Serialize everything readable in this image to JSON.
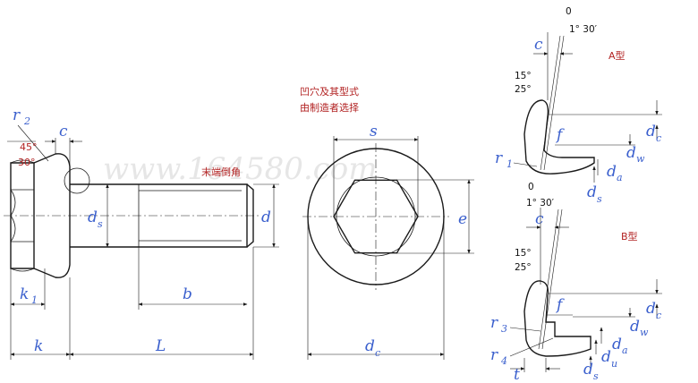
{
  "watermark": "www.164580.com",
  "notes": {
    "shape_line1": "凹穴及其型式",
    "shape_line2": "由制造者选择",
    "chamfer": "末端倒角"
  },
  "types": {
    "a": "A型",
    "b": "B型"
  },
  "angles": {
    "a15": "15°",
    "a25": "25°",
    "a45": "45°",
    "a30": "30°",
    "zero": "0",
    "tol": "1° 30′"
  },
  "labels": {
    "r": "r",
    "r2sub": "2",
    "c": "c",
    "k": "k",
    "k1sub": "1",
    "d": "d",
    "s_sub": "s",
    "b": "b",
    "L": "L",
    "s": "s",
    "e": "e",
    "c_sub": "c",
    "f": "f",
    "w_sub": "w",
    "a_sub": "a",
    "u_sub": "u",
    "r1sub": "1",
    "r3sub": "3",
    "r4sub": "4",
    "t": "t"
  }
}
